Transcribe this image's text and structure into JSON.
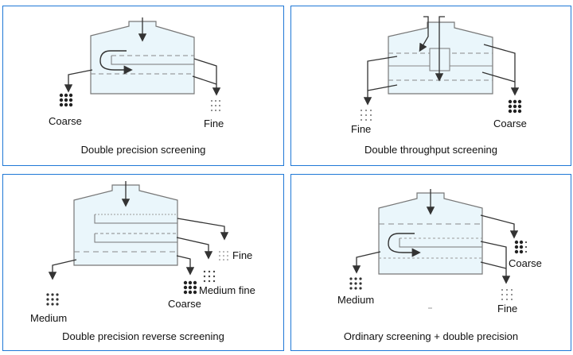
{
  "colors": {
    "border": "#1f78d6",
    "vessel_fill": "#eaf6fb",
    "line": "#555555",
    "arrow": "#333333"
  },
  "panels": [
    {
      "caption": "Double precision screening",
      "labels": {
        "left": "Coarse",
        "right": "Fine"
      }
    },
    {
      "caption": "Double throughput screening",
      "labels": {
        "left": "Fine",
        "right": "Coarse"
      }
    },
    {
      "caption": "Double precision reverse screening",
      "labels": {
        "left": "Medium",
        "fine": "Fine",
        "medium_fine": "Medium fine",
        "coarse": "Coarse"
      }
    },
    {
      "caption": "Ordinary screening + double precision",
      "labels": {
        "left": "Medium",
        "coarse": "Coarse",
        "fine": "Fine"
      }
    }
  ]
}
